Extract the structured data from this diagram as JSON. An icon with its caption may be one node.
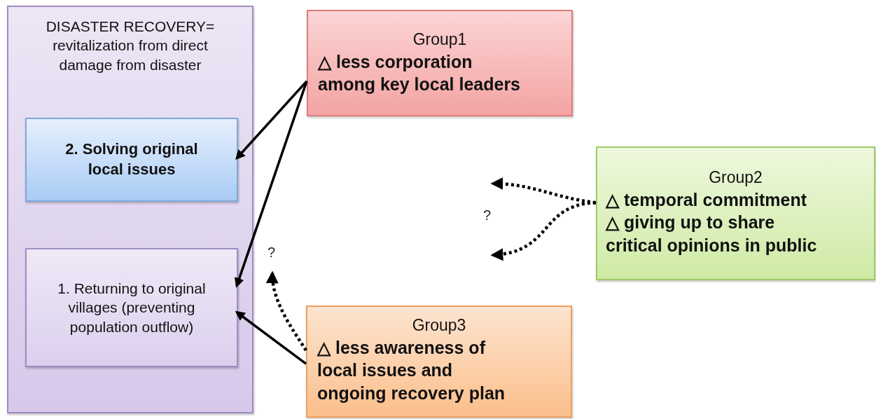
{
  "diagram": {
    "nodes": [
      {
        "text": [
          "DISASTER RECOVERY= revitalization from direct damage from disaster"
        ]
      },
      {
        "text": [
          "2. Solving original local issues"
        ],
        "in": 0
      },
      {
        "text": [
          "1. Returning to original villages (preventing population outflow)"
        ],
        "in": 0
      },
      {
        "text": [
          "Group1",
          "△ less corporation among key local leaders"
        ]
      },
      {
        "text": [
          "Group2",
          "△ temporal commitment",
          "△ giving up to share critical opinions in public"
        ]
      },
      {
        "text": [
          "Group3",
          "△ less awareness of local issues and ongoing recovery plan"
        ]
      },
      {
        "text": [
          "?"
        ]
      }
    ],
    "edges": [
      {
        "from": 3,
        "to": 1,
        "arrow": "to"
      },
      {
        "from": 3,
        "to": 2,
        "arrow": "to"
      },
      {
        "from": 5,
        "to": 2,
        "arrow": "to"
      },
      {
        "from": 5,
        "to": 6,
        "arrow": "to",
        "style": "dashed"
      },
      {
        "from": 4,
        "to": null,
        "arrow": "to",
        "style": "dashed"
      },
      {
        "from": 4,
        "to": null,
        "arrow": "to",
        "style": "dashed"
      }
    ],
    "labels": [
      "?"
    ]
  }
}
